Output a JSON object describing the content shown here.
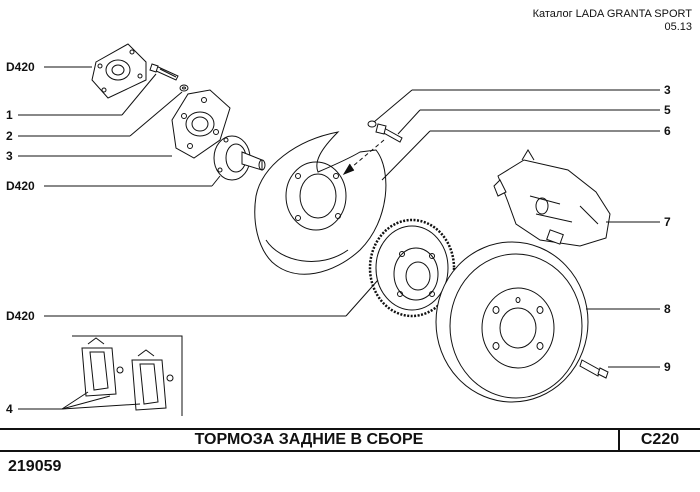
{
  "catalog": {
    "title": "Каталог LADA GRANTA SPORT",
    "date": "05.13"
  },
  "callouts": {
    "c1": "1",
    "c2": "2",
    "c3_left": "3",
    "c3_right": "3",
    "c4": "4",
    "c5": "5",
    "c6": "6",
    "c7": "7",
    "c8": "8",
    "c9": "9",
    "d420_top": "D420",
    "d420_mid": "D420",
    "d420_bottom": "D420"
  },
  "footer": {
    "title": "ТОРМОЗА ЗАДНИЕ В СБОРЕ",
    "code": "C220"
  },
  "sheet_number": "219059"
}
